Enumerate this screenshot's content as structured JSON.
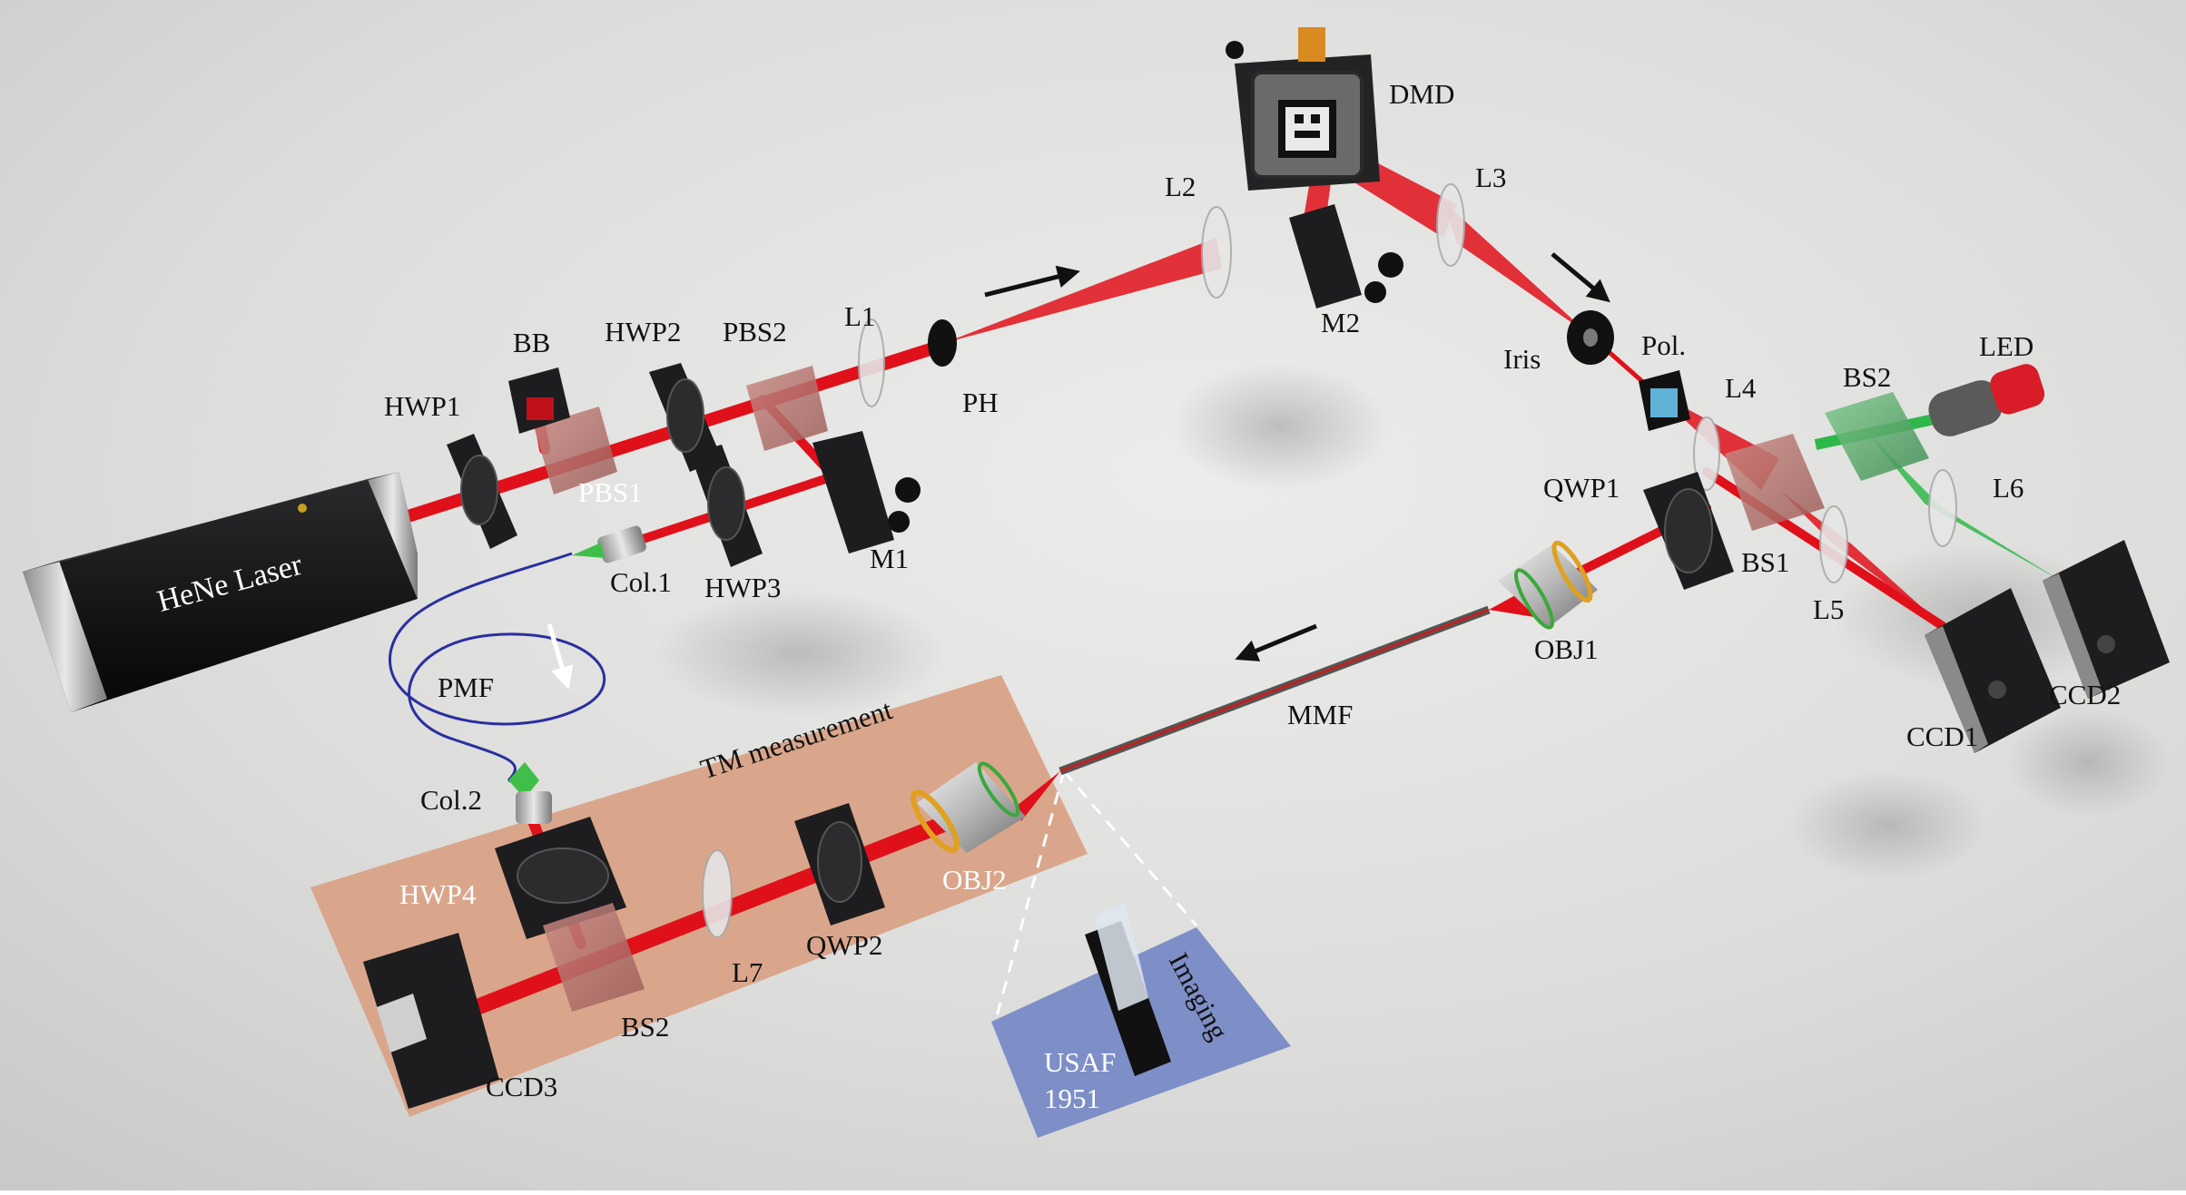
{
  "labels": {
    "dmd": "DMD",
    "l2": "L2",
    "l3": "L3",
    "m2": "M2",
    "bb": "BB",
    "hwp2": "HWP2",
    "pbs2": "PBS2",
    "l1": "L1",
    "hwp1": "HWP1",
    "ph": "PH",
    "pbs1": "PBS1",
    "m1": "M1",
    "col1": "Col.1",
    "hwp3": "HWP3",
    "laser": "HeNe Laser",
    "iris": "Iris",
    "pol": "Pol.",
    "led": "LED",
    "bs2_top": "BS2",
    "l4": "L4",
    "qwp1": "QWP1",
    "l6": "L6",
    "bs1": "BS1",
    "l5": "L5",
    "obj1": "OBJ1",
    "ccd1": "CCD1",
    "ccd2": "CCD2",
    "mmf": "MMF",
    "pmf": "PMF",
    "col2": "Col.2",
    "tm_measurement": "TM measurement",
    "hwp4": "HWP4",
    "l7": "L7",
    "qwp2": "QWP2",
    "obj2": "OBJ2",
    "bs2_bottom": "BS2",
    "ccd3": "CCD3",
    "imaging": "Imaging",
    "usaf": "USAF",
    "usaf_year": "1951"
  },
  "colors": {
    "beam_red": "#e0101a",
    "beam_green": "#2fb84a",
    "tm_panel": "#d9a68c",
    "imaging_panel": "#7d8fc6",
    "fiber_blue": "#2a2fa0",
    "housing_black": "#1d1d1f",
    "background": "#d6d6d4"
  }
}
